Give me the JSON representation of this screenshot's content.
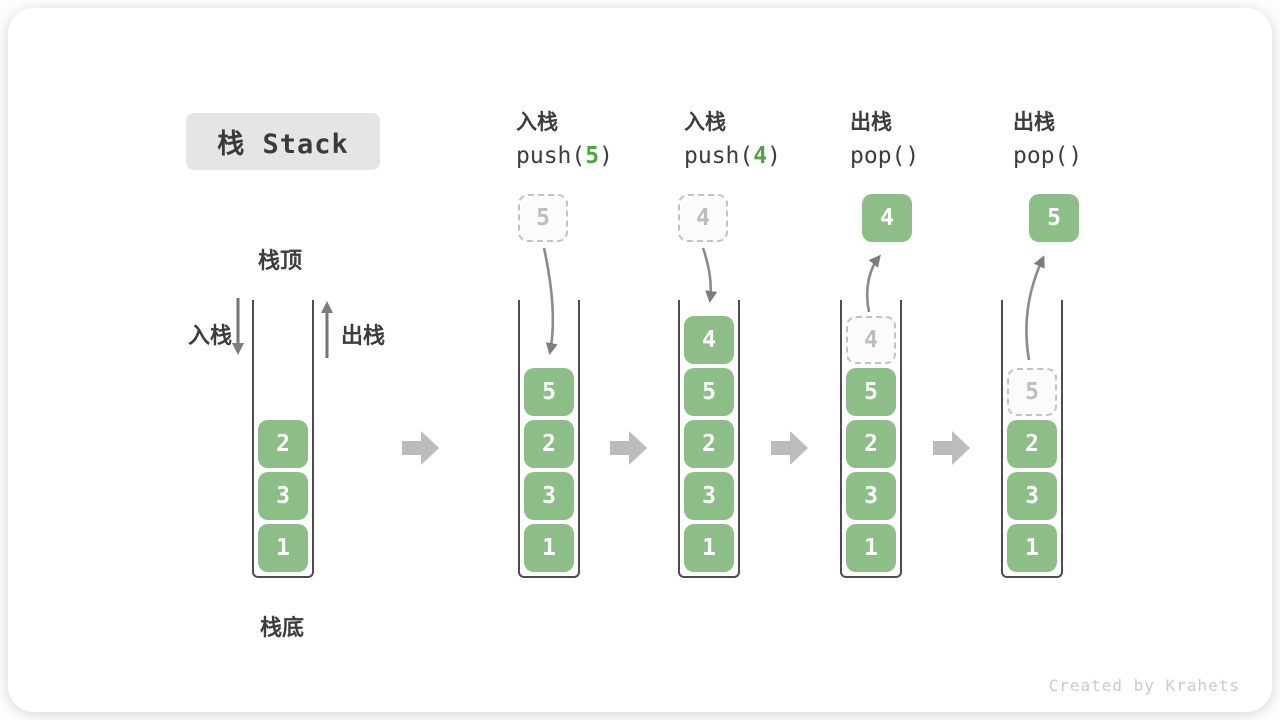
{
  "title": "栈 Stack",
  "labels": {
    "stack_top": "栈顶",
    "stack_bottom": "栈底",
    "push_side": "入栈",
    "pop_side": "出栈"
  },
  "operations": [
    {
      "action": "入栈",
      "fn": "push(",
      "arg": "5",
      "close": ")"
    },
    {
      "action": "入栈",
      "fn": "push(",
      "arg": "4",
      "close": ")"
    },
    {
      "action": "出栈",
      "fn": "pop(",
      "arg": "",
      "close": ")"
    },
    {
      "action": "出栈",
      "fn": "pop(",
      "arg": "",
      "close": ")"
    }
  ],
  "floating": {
    "push_value_5": "5",
    "push_value_4": "4",
    "popped_value_4": "4",
    "popped_value_5": "5"
  },
  "stacks": [
    {
      "blocks": [
        "2",
        "3",
        "1"
      ]
    },
    {
      "blocks": [
        "5",
        "2",
        "3",
        "1"
      ]
    },
    {
      "blocks": [
        "4",
        "5",
        "2",
        "3",
        "1"
      ]
    },
    {
      "blocks": [
        "4",
        "5",
        "2",
        "3",
        "1"
      ],
      "ghost_index": 0
    },
    {
      "blocks": [
        "5",
        "2",
        "3",
        "1"
      ],
      "ghost_index": 0
    }
  ],
  "watermark": "Created by Krahets",
  "colors": {
    "block_green": "#8ebe88",
    "code_number_green": "#53a146",
    "curve_arrow_gray": "#8a8a8a",
    "block_arrow_gray": "#bcbcbc",
    "ghost_border_gray": "#c3c3c3",
    "title_box_bg": "#e5e5e5"
  }
}
